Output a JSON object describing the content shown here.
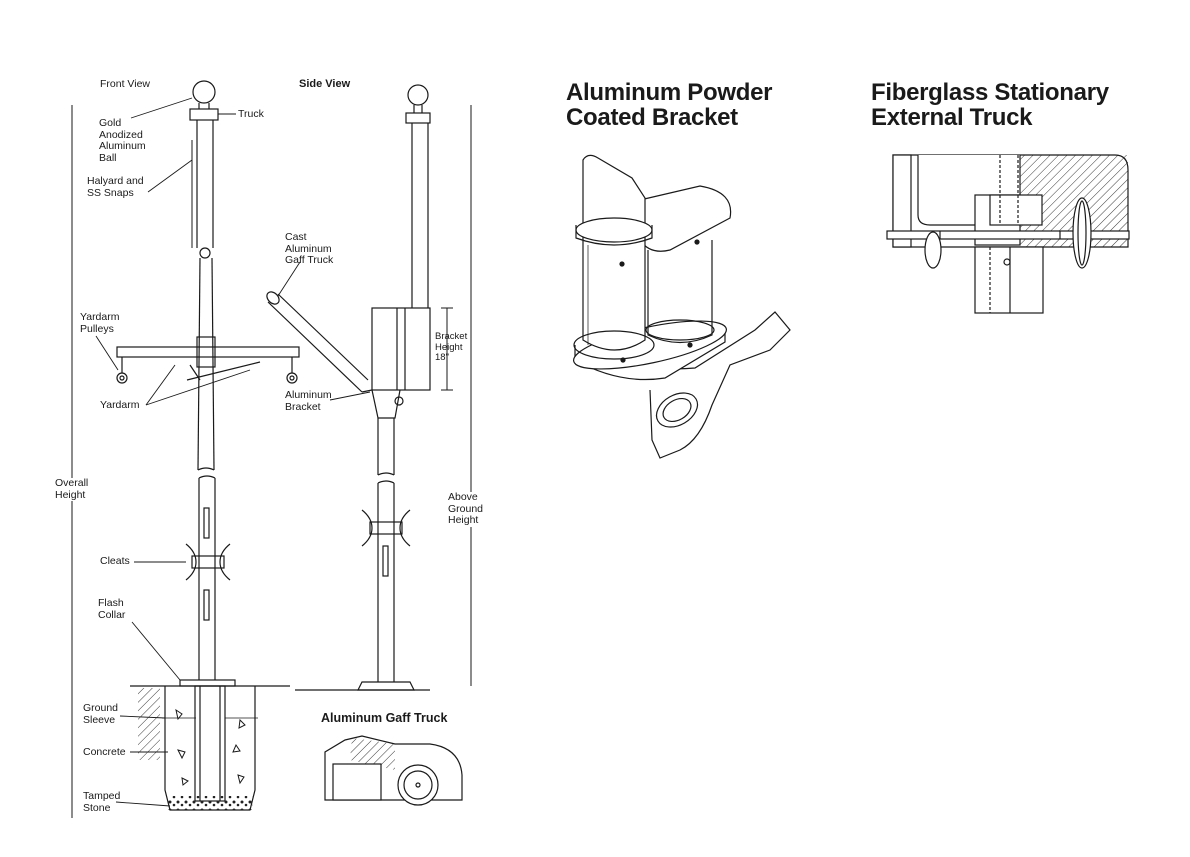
{
  "front_view": {
    "title": "Front View",
    "labels": {
      "truck": "Truck",
      "ball": "Gold\nAnodized\nAluminum\nBall",
      "halyard": "Halyard and\nSS Snaps",
      "pulleys": "Yardarm\nPulleys",
      "yardarm": "Yardarm",
      "overall_height": "Overall\nHeight",
      "cleats": "Cleats",
      "flash_collar": "Flash\nCollar",
      "ground_sleeve": "Ground\nSleeve",
      "concrete": "Concrete",
      "tamped_stone": "Tamped\nStone"
    }
  },
  "side_view": {
    "title": "Side View",
    "labels": {
      "gaff_truck": "Cast\nAluminum\nGaff Truck",
      "bracket_height": "Bracket\nHeight\n18\"",
      "aluminum_bracket": "Aluminum\nBracket",
      "above_ground_height": "Above\nGround\nHeight"
    }
  },
  "gaff_truck_detail": {
    "title": "Aluminum Gaff Truck"
  },
  "bracket_detail": {
    "title": "Aluminum Powder\nCoated Bracket"
  },
  "truck_detail": {
    "title": "Fiberglass Stationary\nExternal Truck"
  }
}
